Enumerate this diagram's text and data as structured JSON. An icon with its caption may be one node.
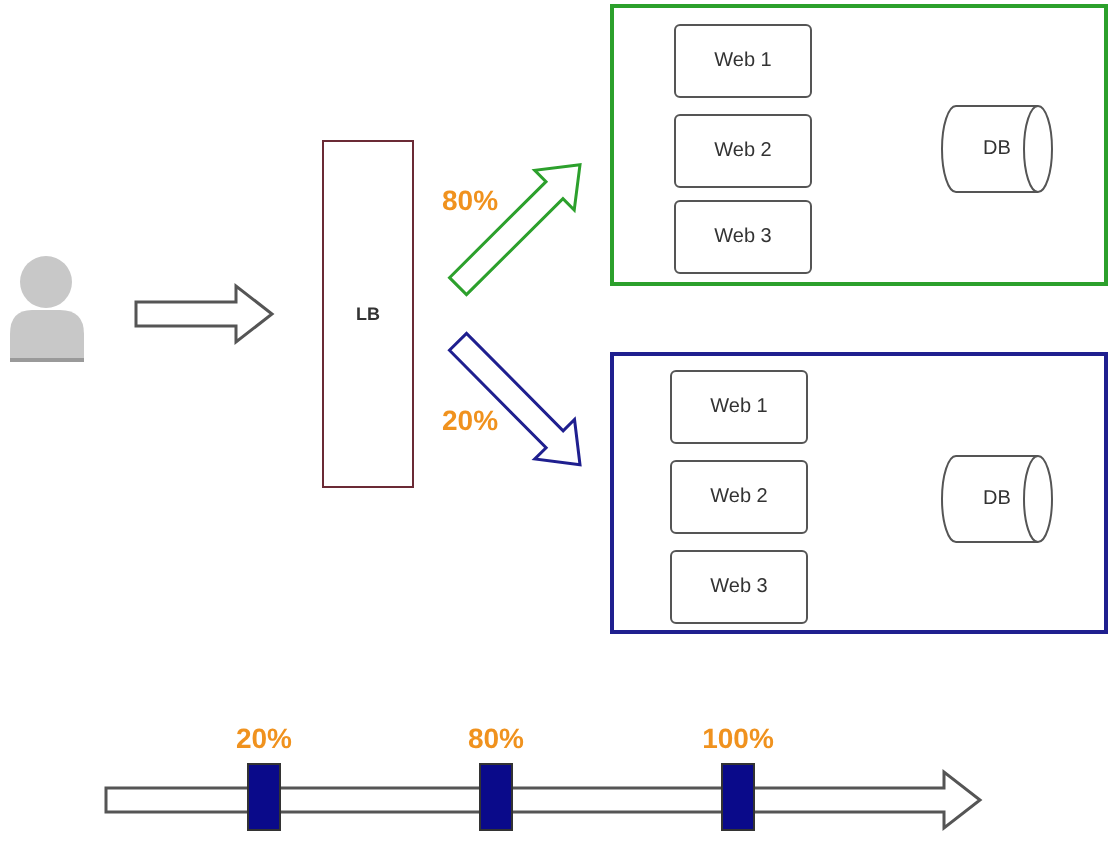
{
  "diagram": {
    "nodes": [
      {
        "text": [],
        "shape": "person"
      },
      {
        "text": [
          "LB"
        ]
      },
      {
        "text": [],
        "shape": "box"
      },
      {
        "text": [
          "Web 1"
        ],
        "in": 2
      },
      {
        "text": [
          "Web 2"
        ],
        "in": 2
      },
      {
        "text": [
          "Web 3"
        ],
        "in": 2
      },
      {
        "text": [
          "DB"
        ],
        "in": 2
      },
      {
        "text": [],
        "shape": "box"
      },
      {
        "text": [
          "Web 1"
        ],
        "in": 7
      },
      {
        "text": [
          "Web 2"
        ],
        "in": 7
      },
      {
        "text": [
          "Web 3"
        ],
        "in": 7
      },
      {
        "text": [
          "DB"
        ],
        "in": 7
      }
    ],
    "edges": [
      {
        "from": 0,
        "to": 1,
        "arrow": "to"
      },
      {
        "from": 1,
        "to": 2,
        "arrow": "to",
        "label": "80%",
        "color": "#2ca02c"
      },
      {
        "from": 1,
        "to": 7,
        "arrow": "to",
        "label": "20%",
        "color": "#1f1f8f"
      }
    ],
    "labels": [
      "20%",
      "80%",
      "100%"
    ]
  }
}
